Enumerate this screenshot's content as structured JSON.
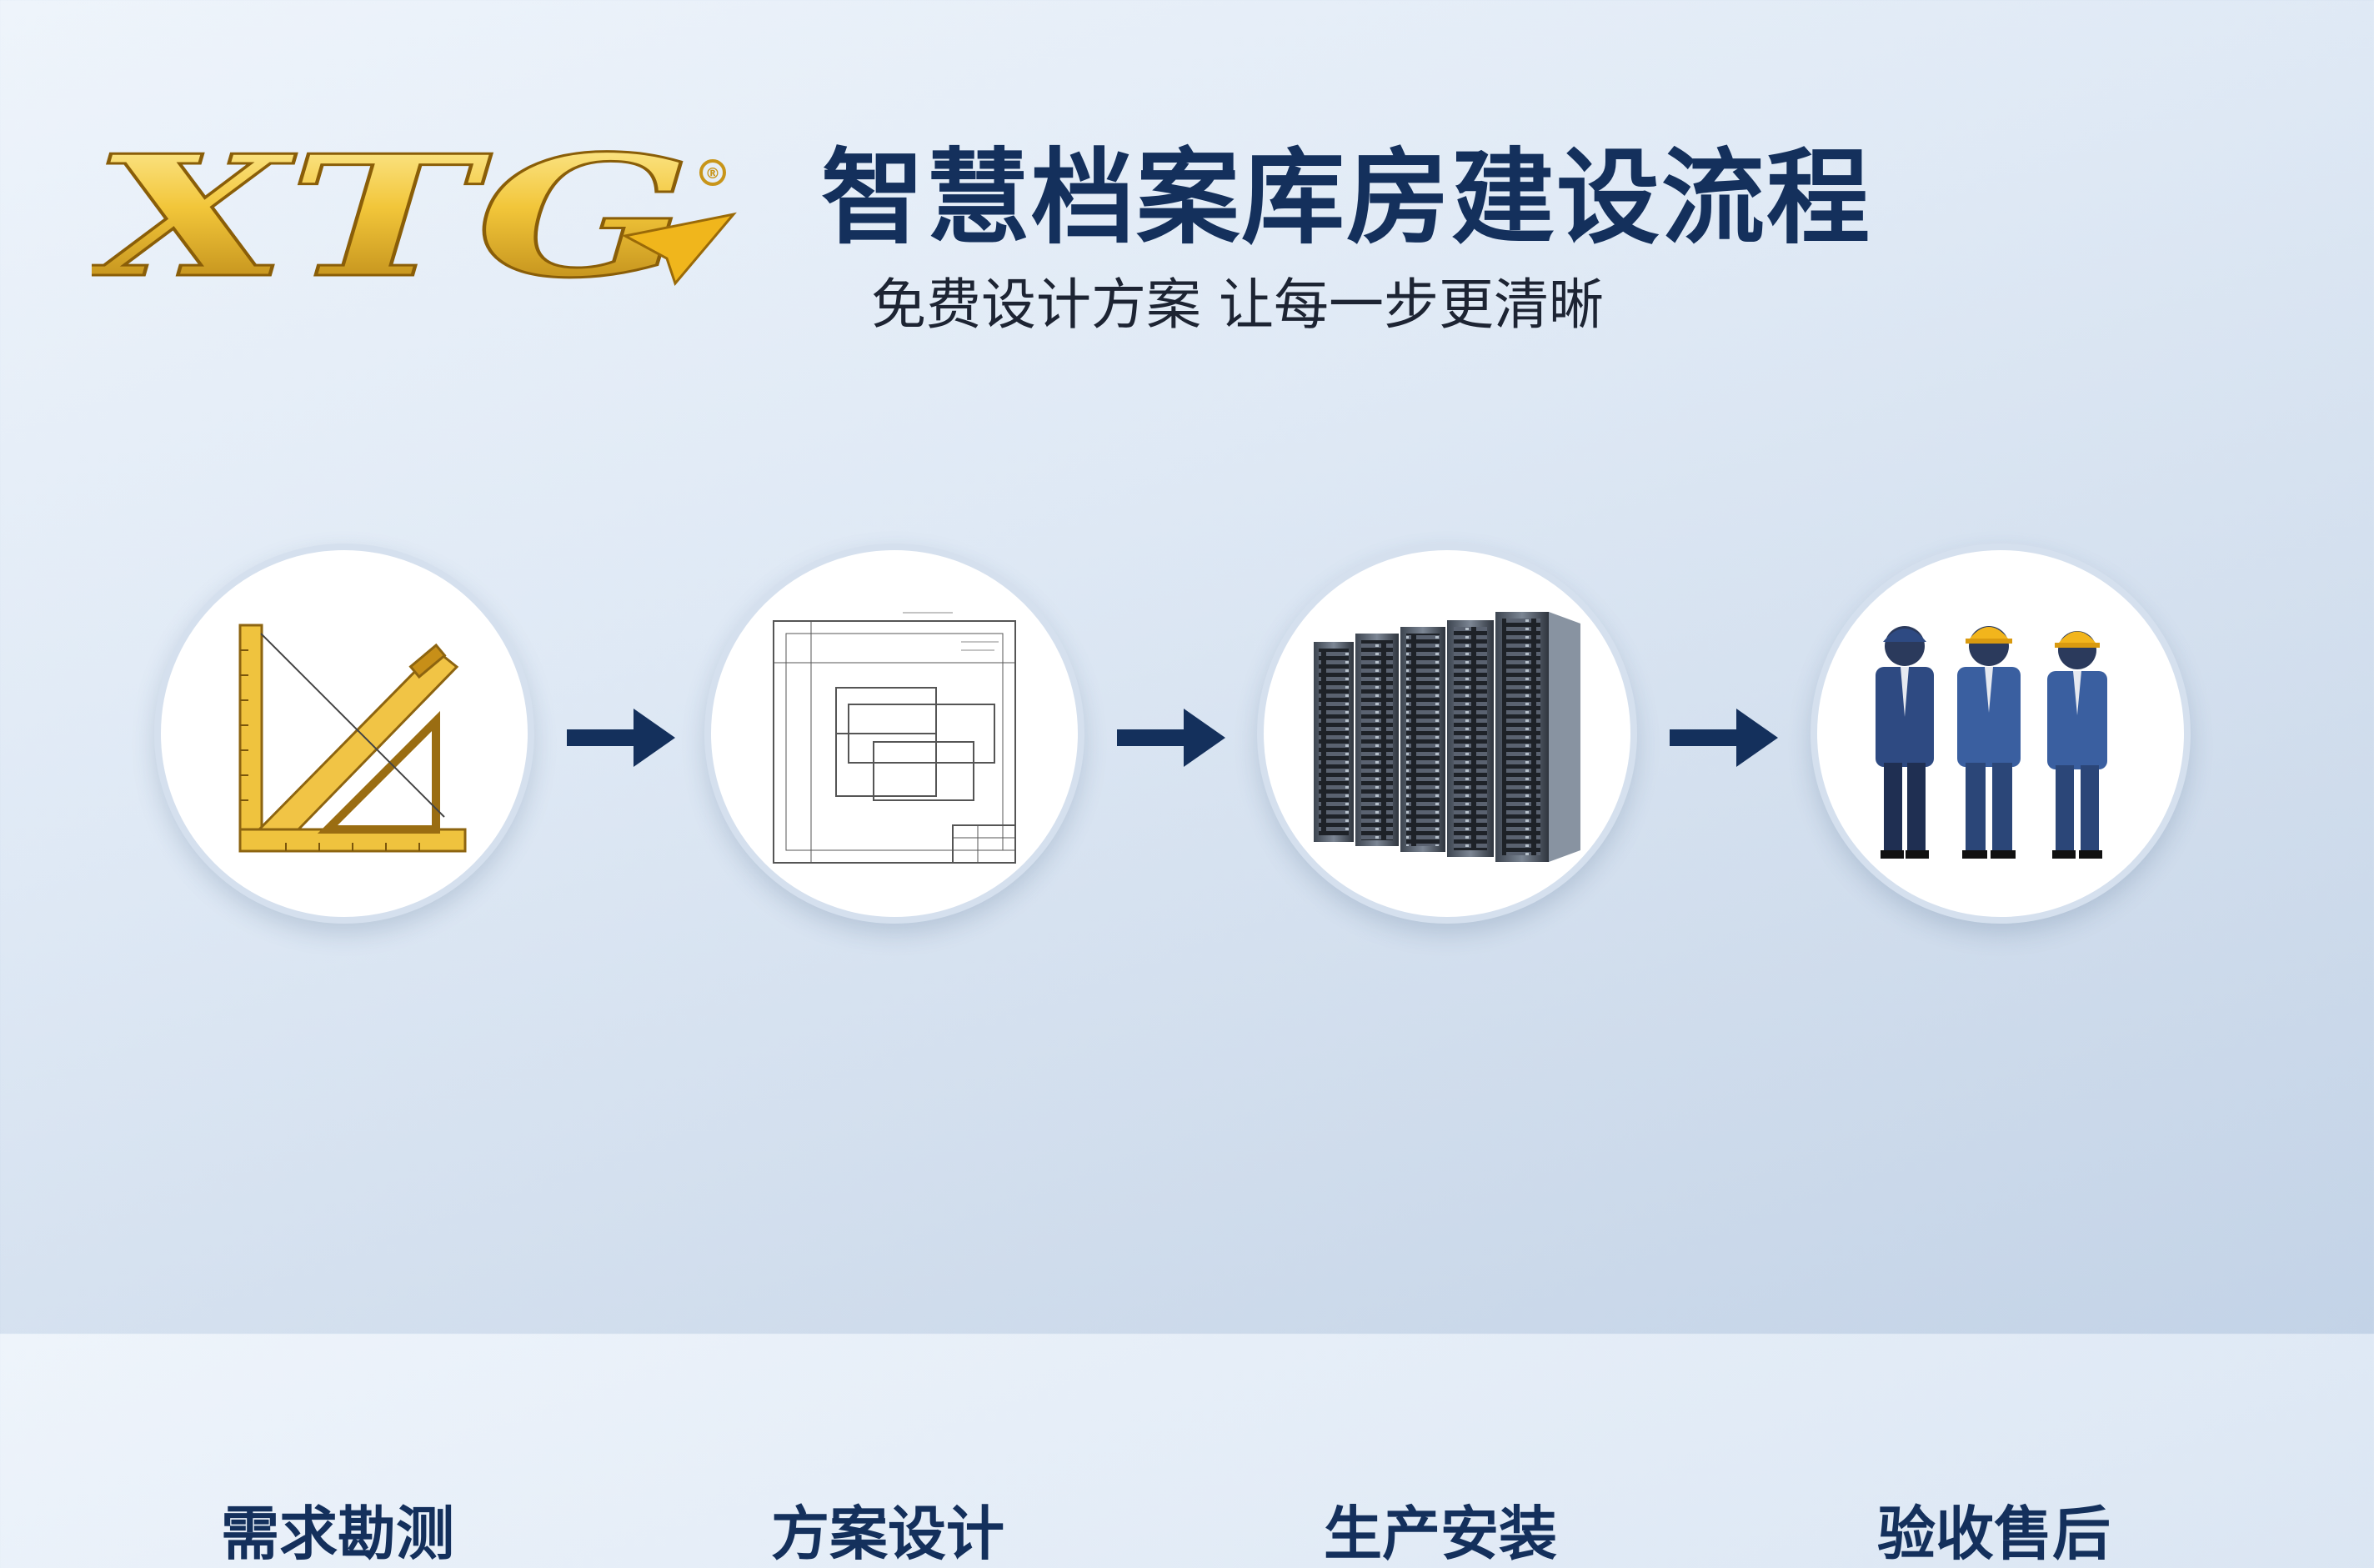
{
  "brand": {
    "logo_text": "XTG",
    "registered_mark": "®",
    "logo_color": "#e9b928"
  },
  "header": {
    "title": "智慧档案库房建设流程",
    "subtitle": "免费设计方案 让每一步更清晰"
  },
  "steps": [
    {
      "label": "需求勘测",
      "icon": "ruler-square-icon"
    },
    {
      "label": "方案设计",
      "icon": "blueprint-icon"
    },
    {
      "label": "生产安装",
      "icon": "server-rack-icon"
    },
    {
      "label": "验收售后",
      "icon": "workers-icon"
    }
  ],
  "colors": {
    "title": "#14305c",
    "arrow": "#14305c",
    "gold": "#e2ae22"
  }
}
